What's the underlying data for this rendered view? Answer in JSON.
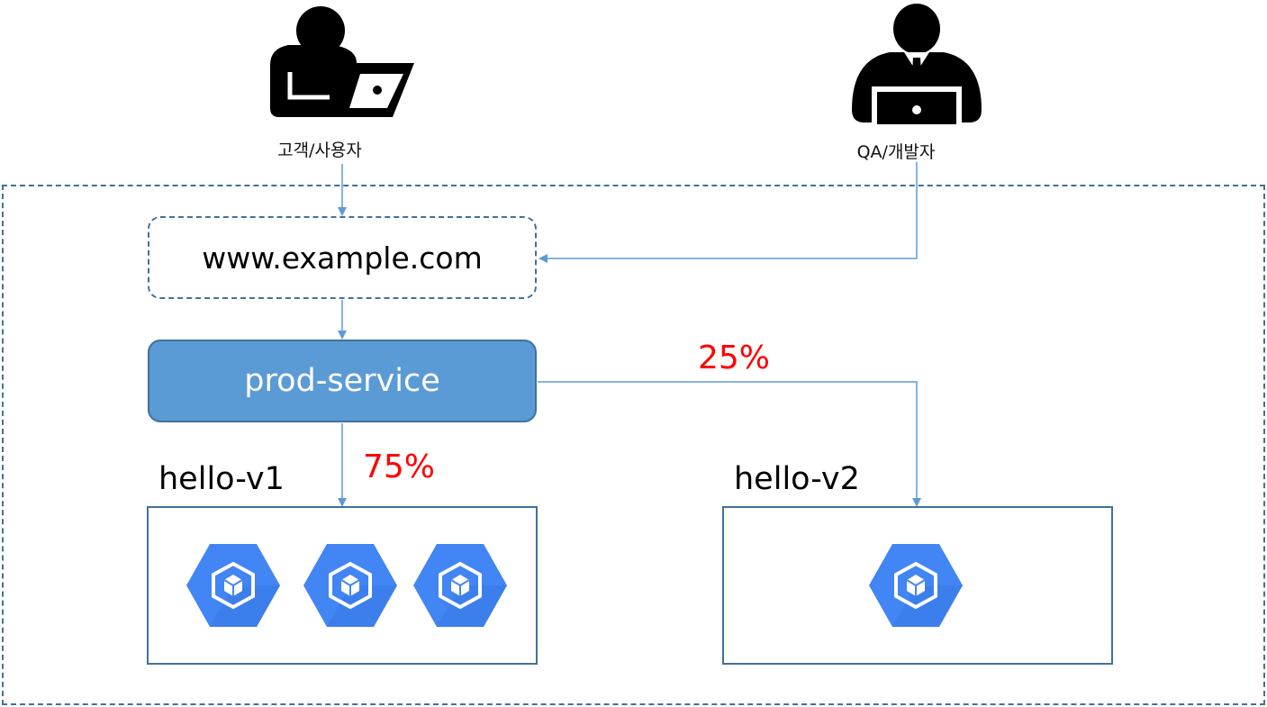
{
  "actors": {
    "customer_label": "고객/사용자",
    "qa_label": "QA/개발자"
  },
  "domain": {
    "label": "www.example.com"
  },
  "service": {
    "label": "prod-service"
  },
  "routes": {
    "v1_percent": "75%",
    "v2_percent": "25%"
  },
  "groups": [
    {
      "label": "hello-v1",
      "pods": 3
    },
    {
      "label": "hello-v2",
      "pods": 1
    }
  ],
  "colors": {
    "accent": "#5b9bd5",
    "border": "#41719c",
    "percent": "#ff0000",
    "pod": "#4285f4"
  }
}
